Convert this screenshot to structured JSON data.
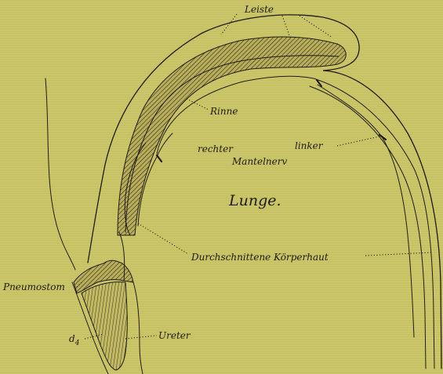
{
  "labels": {
    "leiste": "Leiste",
    "rinne": "Rinne",
    "rechter": "rechter",
    "linker": "linker",
    "mantelnerv": "Mantelnerv",
    "lunge": "Lunge.",
    "koerperhaut": "Durchschnittene Körperhaut",
    "pneumostom": "Pneumostom",
    "d4": "d",
    "d4_sub": "4",
    "ureter": "Ureter"
  },
  "colors": {
    "background": "#c9c463",
    "ink": "#1f1b12",
    "hatch_fill": "#b7ad5a"
  }
}
